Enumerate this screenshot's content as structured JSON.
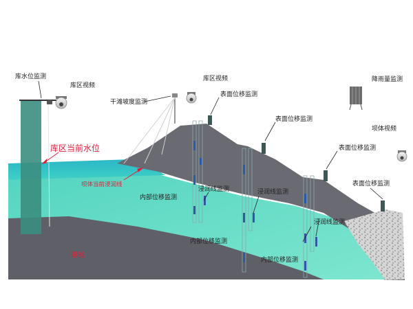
{
  "labels": {
    "reservoir_water_level_monitor": "库水位监测",
    "reservoir_video_left": "库区视频",
    "reservoir_video_top": "库区视频",
    "dry_beach_slope_monitor": "干滩坡度监测",
    "surface_disp_1": "表面位移监测",
    "surface_disp_2": "表面位移监测",
    "surface_disp_3": "表面位移监测",
    "surface_disp_4": "表面位移监测",
    "rainfall_monitor": "降雨量监测",
    "dam_video": "坝体视频",
    "current_water_level": "库区当前水位",
    "dam_phreatic_line": "坝体当前浸润线",
    "internal_disp_1": "内部位移监测",
    "internal_disp_2": "内部位移监测",
    "internal_disp_3": "内部位移监测",
    "phreatic_monitor_1": "浸润线监测",
    "phreatic_monitor_2": "浸润线监测",
    "phreatic_monitor_3": "浸润线监测",
    "foundation": "基岩"
  },
  "colors": {
    "water": "#2fc2c9",
    "seepage": "#63dcc2",
    "dam": "#6e6e78",
    "ground": "#5d5d65",
    "gravel": "#cfcfcf",
    "gauge": "#3a8f7f",
    "accent_red": "#e0203a"
  }
}
